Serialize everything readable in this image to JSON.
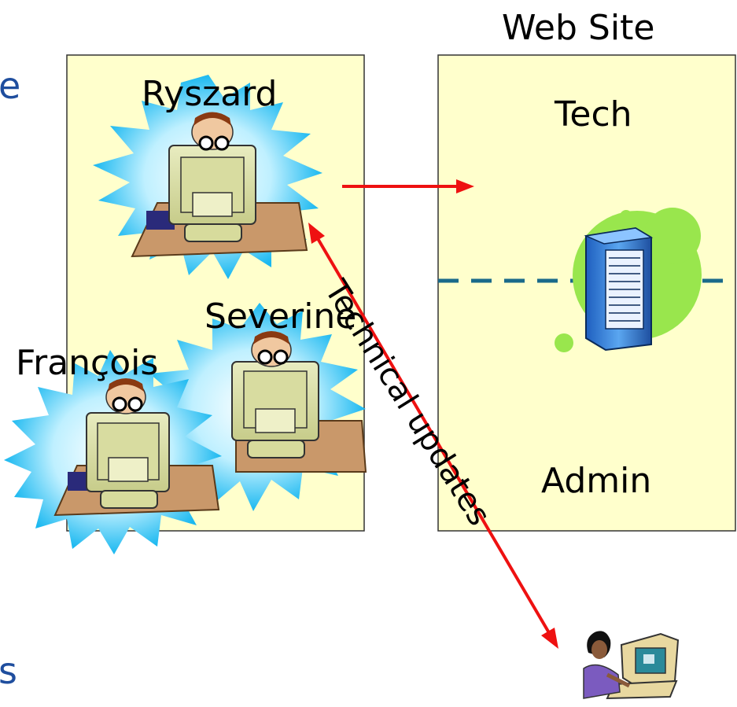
{
  "labels": {
    "web_site": "Web Site",
    "ryszard": "Ryszard",
    "tech": "Tech",
    "severine": "Severine",
    "francois": "François",
    "admin": "Admin",
    "technical_updates": "Technical updates"
  },
  "edge_fragments": {
    "top": "e",
    "bottom": "s"
  },
  "colors": {
    "box_fill": "#ffffcc",
    "box_stroke": "#333333",
    "arrow": "#ee1111",
    "dashed_line": "#1a6a8a",
    "burst": "#33ccff",
    "server_bubble": "#99e64d",
    "server": "#3b7fd9"
  }
}
